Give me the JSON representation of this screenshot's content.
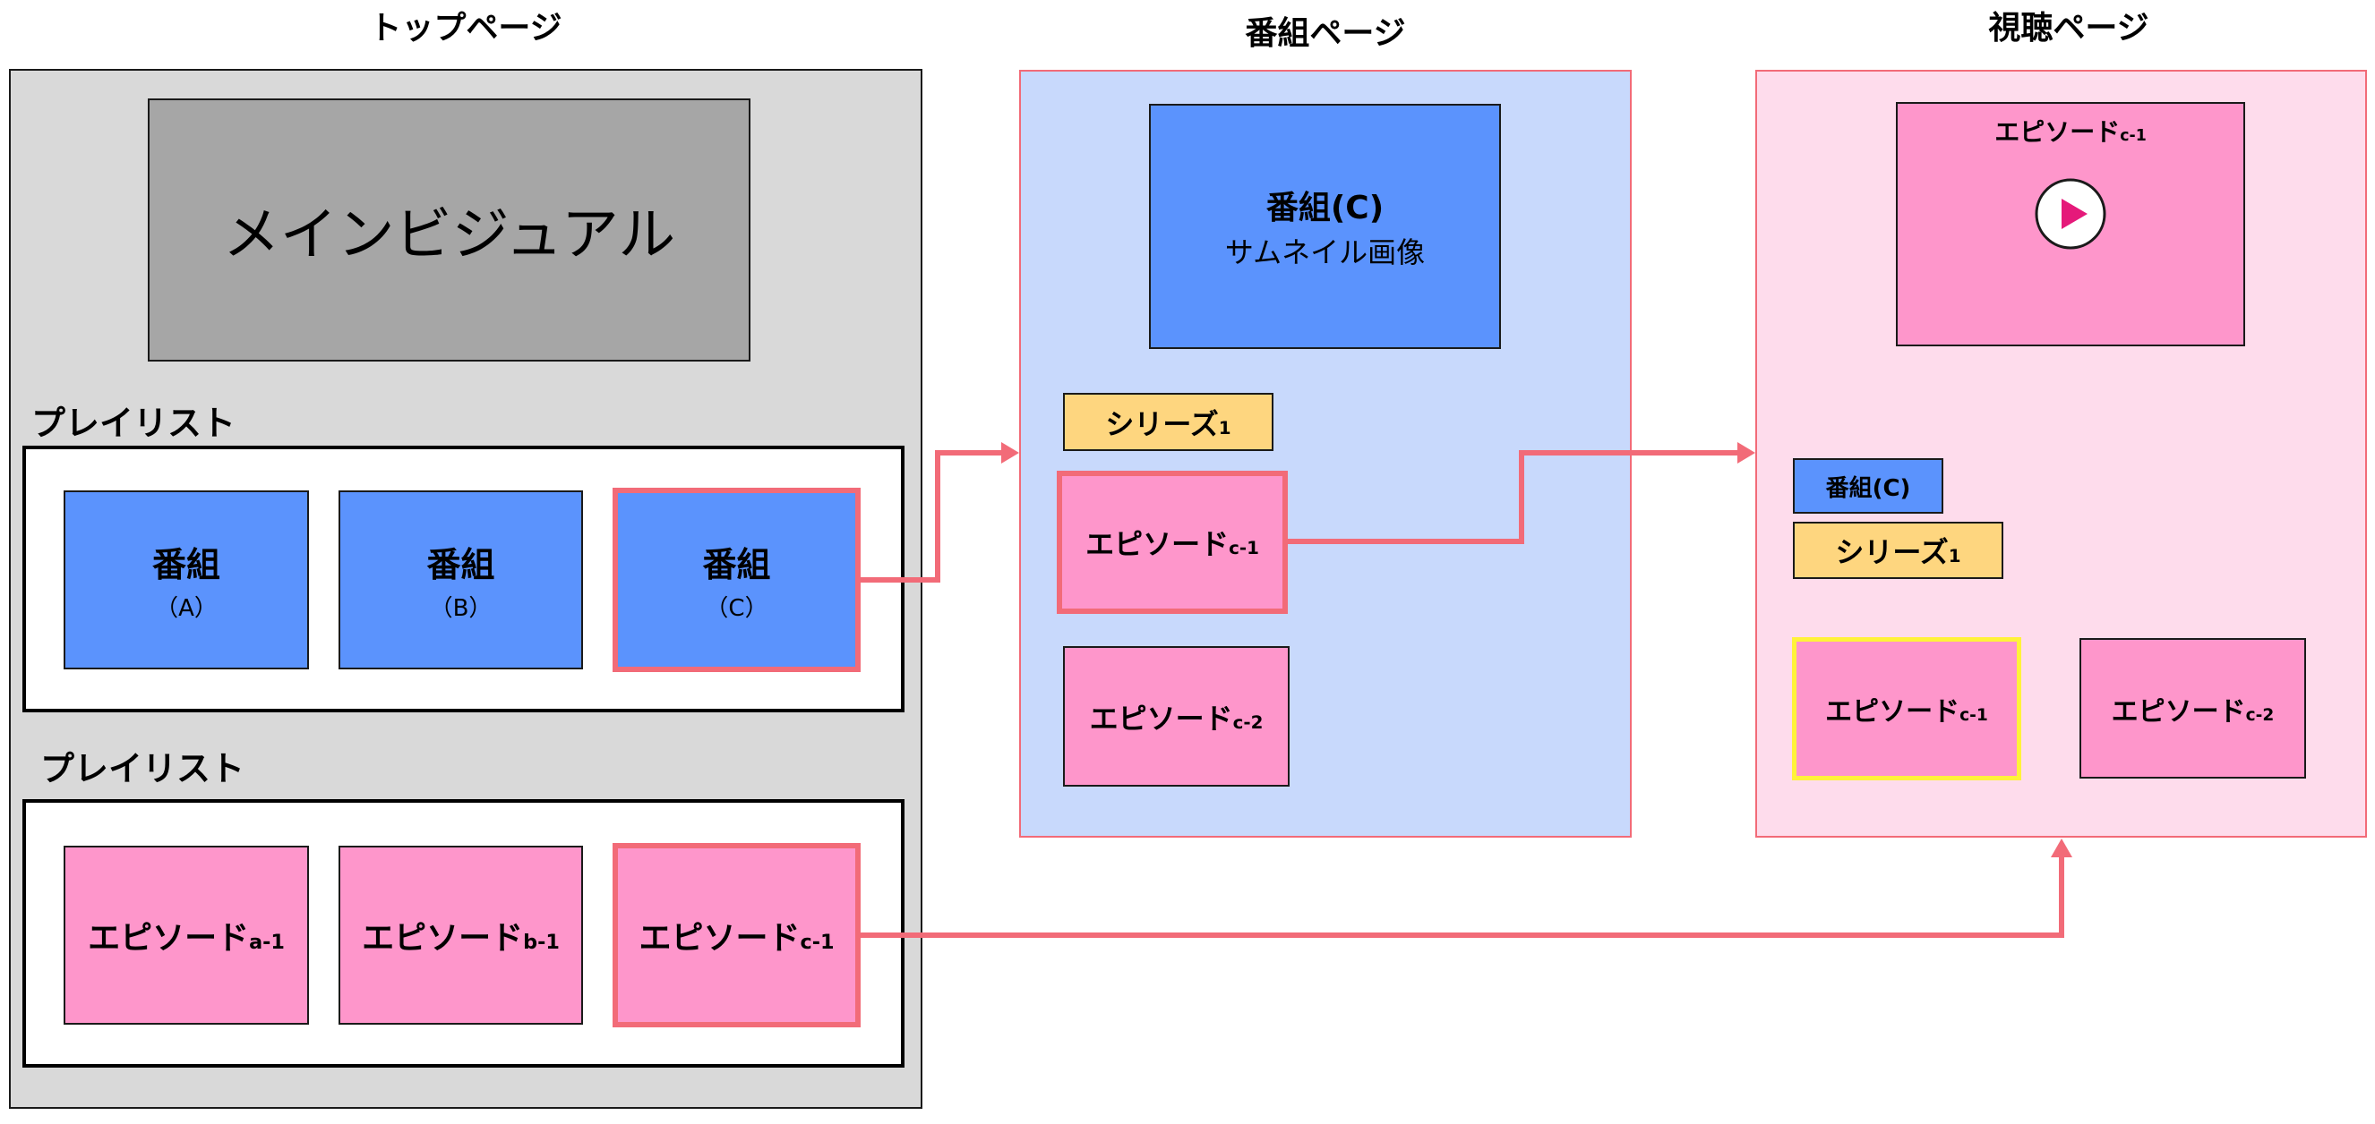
{
  "titles": {
    "top": "トップページ",
    "program": "番組ページ",
    "watch": "視聴ページ"
  },
  "top_page": {
    "main_visual": "メインビジュアル",
    "playlist1": {
      "label": "プレイリスト",
      "items": [
        {
          "main": "番組",
          "sub": "（A）"
        },
        {
          "main": "番組",
          "sub": "（B）"
        },
        {
          "main": "番組",
          "sub": "（C）"
        }
      ]
    },
    "playlist2": {
      "label": "プレイリスト",
      "items": [
        {
          "main": "エピソード",
          "sub": "a-1"
        },
        {
          "main": "エピソード",
          "sub": "b-1"
        },
        {
          "main": "エピソード",
          "sub": "c-1"
        }
      ]
    }
  },
  "program_page": {
    "thumbnail_title": "番組(C)",
    "thumbnail_caption": "サムネイル画像",
    "series": {
      "main": "シリーズ",
      "sub": "1"
    },
    "episode1": {
      "main": "エピソード",
      "sub": "c-1"
    },
    "episode2": {
      "main": "エピソード",
      "sub": "c-2"
    }
  },
  "watch_page": {
    "player_title": {
      "main": "エピソード",
      "sub": "c-1"
    },
    "program_tag": "番組(C)",
    "series": {
      "main": "シリーズ",
      "sub": "1"
    },
    "episode1": {
      "main": "エピソード",
      "sub": "c-1"
    },
    "episode2": {
      "main": "エピソード",
      "sub": "c-2"
    }
  },
  "colors": {
    "arrow": "#f26b78",
    "program_blue": "#5b93fd",
    "episode_pink": "#fe96cb",
    "series_yellow": "#fed67f",
    "top_bg": "#d9d9d9",
    "program_bg": "#c8d9fc",
    "watch_bg": "#fedcec",
    "main_visual": "#a6a6a6"
  },
  "icons": [
    "play-icon"
  ]
}
